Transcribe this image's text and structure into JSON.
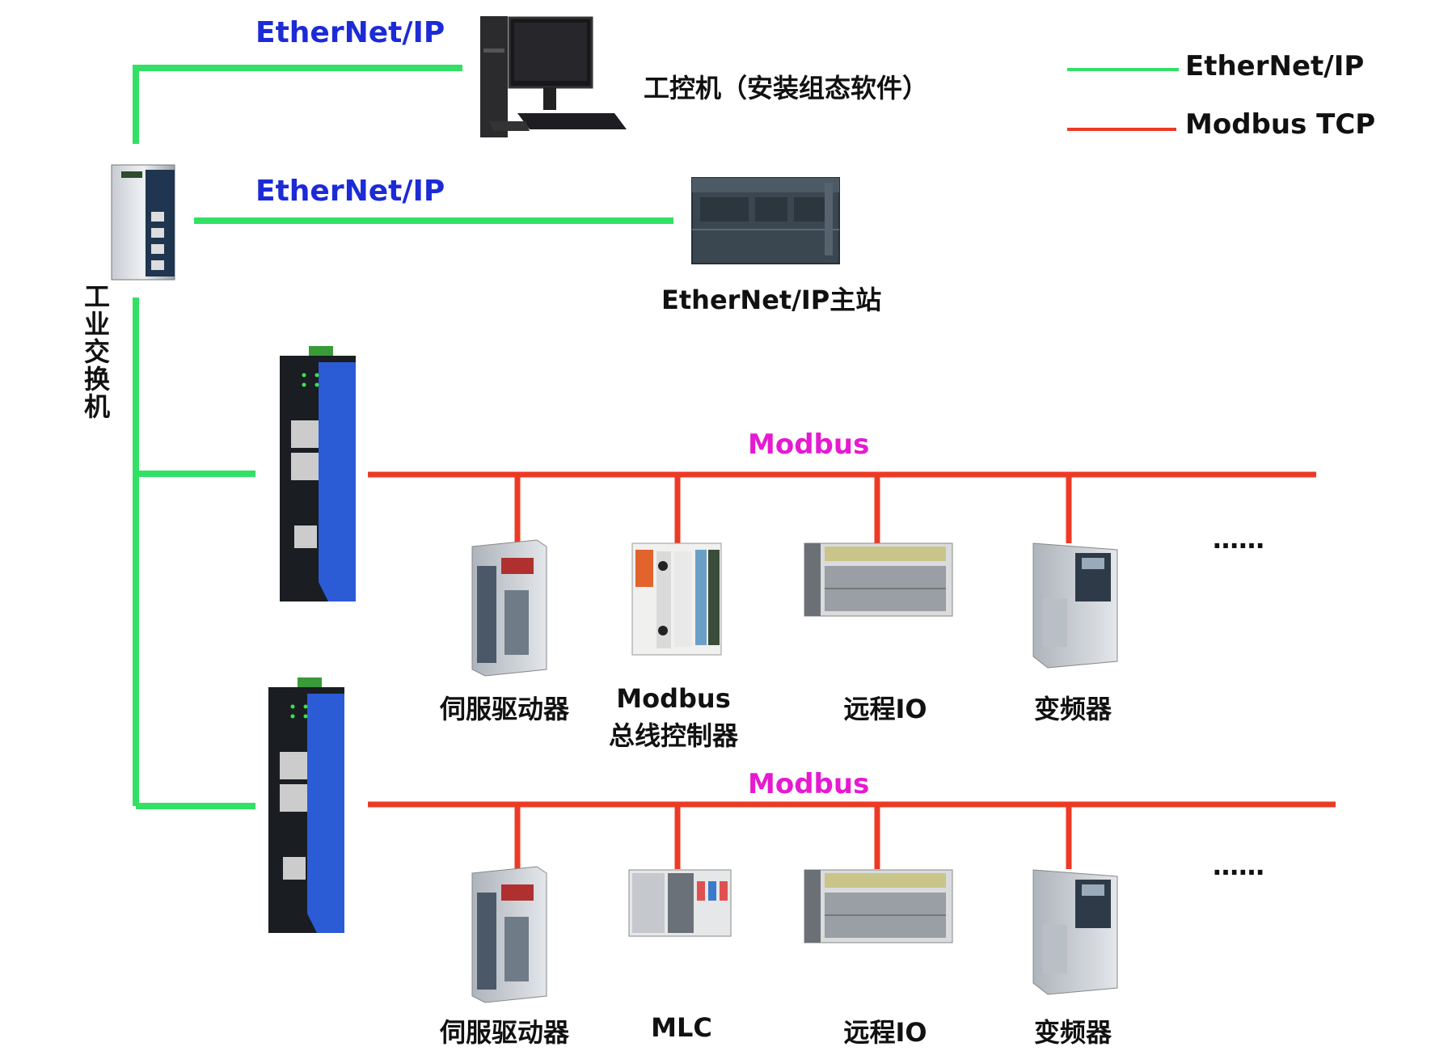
{
  "colors": {
    "ethernet_line": "#33e066",
    "modbus_line": "#ec3a25",
    "protocol_text": "#1c2bd6",
    "modbus_text": "#e61ad0"
  },
  "legend": {
    "ethernet": "EtherNet/IP",
    "modbus_tcp": "Modbus TCP"
  },
  "links": {
    "top_protocol": "EtherNet/IP",
    "second_protocol": "EtherNet/IP"
  },
  "devices": {
    "ipc": "工控机（安装组态软件）",
    "master": "EtherNet/IP主站",
    "switch_chars": [
      "工",
      "业",
      "交",
      "换",
      "机"
    ]
  },
  "bus1": {
    "label": "Modbus",
    "servo": "伺服驱动器",
    "controller_line1": "Modbus",
    "controller_line2": "总线控制器",
    "remote_io": "远程IO",
    "inverter": "变频器",
    "more": "……"
  },
  "bus2": {
    "label": "Modbus",
    "servo": "伺服驱动器",
    "mlc": "MLC",
    "remote_io": "远程IO",
    "inverter": "变频器",
    "more": "……"
  }
}
